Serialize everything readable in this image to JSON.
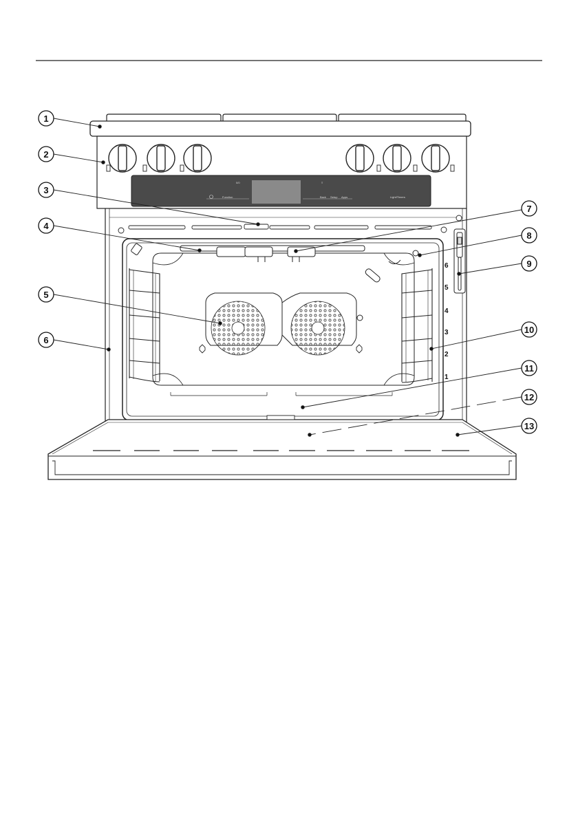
{
  "callouts": [
    "1",
    "2",
    "3",
    "4",
    "5",
    "6",
    "7",
    "8",
    "9",
    "10",
    "11",
    "12",
    "13"
  ],
  "shelf_levels": [
    "1",
    "2",
    "3",
    "4",
    "5",
    "6"
  ],
  "control_panel": {
    "left_top": "0/0",
    "right_top": "≡",
    "left_label": "Function",
    "btn1": "Back",
    "btn2": "Setup",
    "btn3": "Apps",
    "right_label": "Light/Timers"
  }
}
